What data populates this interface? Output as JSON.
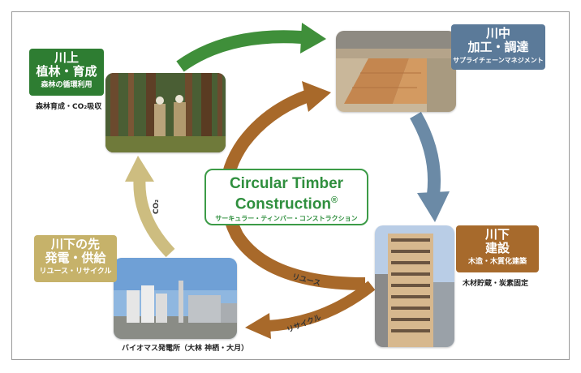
{
  "upstream": {
    "main": "川上",
    "main2": "植林・育成",
    "sub": "森林の循環利用",
    "caption": "森林育成・CO₂吸収",
    "color": "#2e7d32"
  },
  "midstream": {
    "main": "川中",
    "main2": "加工・調達",
    "sub": "サプライチェーンマネジメント",
    "color": "#5b7a99"
  },
  "downstream": {
    "main": "川下",
    "main2": "建設",
    "sub": "木造・木質化建築",
    "caption": "木材貯蔵・炭素固定",
    "color": "#a76a2c"
  },
  "beyond": {
    "main": "川下の先",
    "main2": "発電・供給",
    "sub": "リユース・リサイクル",
    "caption": "バイオマス発電所（大林 神栖・大月）",
    "color": "#c6b26a"
  },
  "center": {
    "line1": "Circular Timber",
    "line2": "Construction",
    "reg": "®",
    "sub": "サーキュラー・ティンバー・コンストラクション",
    "color": "#3c9b47"
  },
  "arrow_labels": {
    "co2": "CO₂",
    "reuse": "リユース",
    "recycle": "リサイクル"
  }
}
